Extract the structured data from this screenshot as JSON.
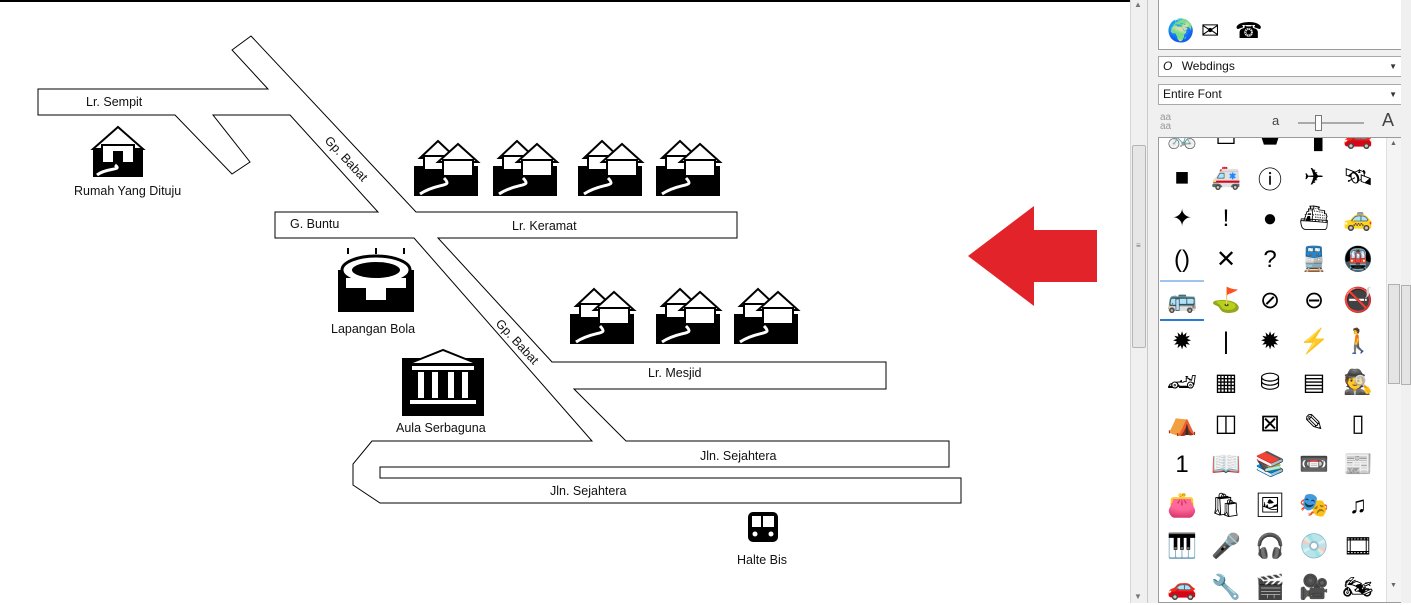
{
  "map": {
    "streets": {
      "lr_sempit": "Lr. Sempit",
      "gp_babat_1": "Gp. Babat",
      "gp_babat_2": "Gp. Babat",
      "g_buntu": "G. Buntu",
      "lr_keramat": "Lr. Keramat",
      "lr_mesjid": "Lr. Mesjid",
      "jln_sejahtera_1": "Jln. Sejahtera",
      "jln_sejahtera_2": "Jln. Sejahtera"
    },
    "places": {
      "rumah": "Rumah Yang Dituju",
      "lapangan": "Lapangan Bola",
      "aula": "Aula Serbaguna",
      "halte": "Halte Bis"
    },
    "arrow_color": "#e2232a"
  },
  "panel": {
    "font_select": "Webdings",
    "font_icon": "O",
    "subset_select": "Entire Font",
    "size_small": "a",
    "size_large": "A",
    "glyph_rows": [
      [
        "🚲",
        "☐",
        "⬟",
        "▐",
        "🚗"
      ],
      [
        "■",
        "🚑",
        "ⓘ",
        "✈",
        "🛰"
      ],
      [
        "✦",
        "!",
        "●",
        "⛴",
        "🚕"
      ],
      [
        "()",
        "✕",
        "?",
        "🚆",
        "🚇"
      ],
      [
        "🚌",
        "⛳",
        "⊘",
        "⊖",
        "🚭"
      ],
      [
        "✹",
        "|",
        "✹",
        "⚡",
        "🚶"
      ],
      [
        "🏎",
        "▦",
        "⛁",
        "▤",
        "🕵"
      ],
      [
        "⛺",
        "◫",
        "⊠",
        "✎",
        "▯"
      ],
      [
        "1",
        "📖",
        "📚",
        "📼",
        "📰"
      ],
      [
        "👛",
        "🛍",
        "🖼",
        "🎭",
        "♫"
      ],
      [
        "🎹",
        "🎤",
        "🎧",
        "💿",
        "🎞"
      ],
      [
        "🚗",
        "🔧",
        "🎬",
        "🎥",
        "🏍"
      ]
    ]
  }
}
